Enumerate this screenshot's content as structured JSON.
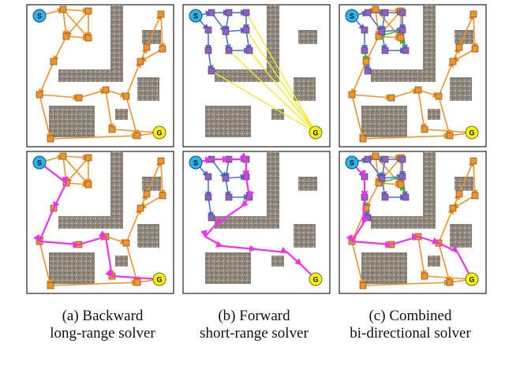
{
  "start_label": "S",
  "goal_label": "G",
  "colors": {
    "backward": "#f0932b",
    "forward_node": "#8a5fd0",
    "forward_edge": "#4f6fd8",
    "connect": "#f2e92c",
    "merge": "#35c23a",
    "path": "#ee33ee",
    "start": "#2bb5ee",
    "goal": "#f5f00f"
  },
  "captions": [
    {
      "line1": "(a) Backward",
      "line2": "long-range solver"
    },
    {
      "line1": "(b) Forward",
      "line2": "short-range solver"
    },
    {
      "line1": "(c) Combined",
      "line2": "bi-directional solver"
    }
  ]
}
